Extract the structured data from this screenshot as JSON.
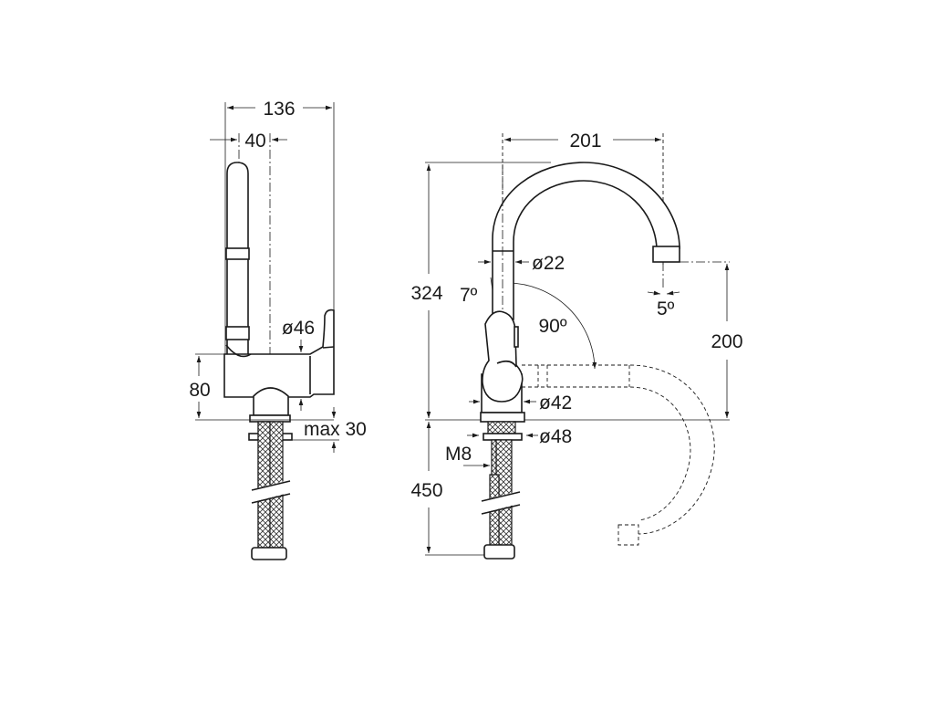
{
  "drawing": {
    "side_view": {
      "width_total": "136",
      "offset": "40",
      "diameter_body": "ø46",
      "height_body": "80",
      "max_thickness": "max 30"
    },
    "front_view": {
      "reach": "201",
      "height_total": "324",
      "spout_height": "200",
      "hose_length": "450",
      "spout_diameter": "ø22",
      "body_diameter": "ø42",
      "base_diameter": "ø48",
      "thread": "M8",
      "tilt_angle": "7º",
      "swivel_angle": "90º",
      "outlet_angle": "5º"
    },
    "line_color": "#1a1a1a"
  }
}
